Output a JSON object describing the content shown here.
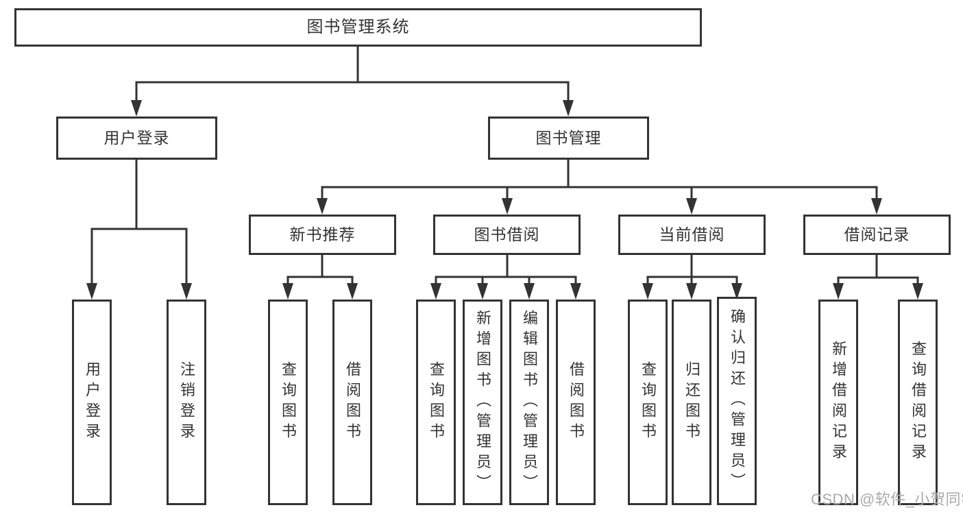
{
  "diagram": {
    "title": "图书管理系统",
    "root": {
      "label": "图书管理系统"
    },
    "level2": [
      {
        "label": "用户登录",
        "children": [
          "用户登录",
          "注销登录"
        ]
      },
      {
        "label": "图书管理"
      }
    ],
    "level3": [
      {
        "label": "新书推荐",
        "children": [
          "查询图书",
          "借阅图书"
        ]
      },
      {
        "label": "图书借阅",
        "children": [
          "查询图书",
          "新增图书（管理员）",
          "编辑图书（管理员）",
          "借阅图书"
        ]
      },
      {
        "label": "当前借阅",
        "children": [
          "查询图书",
          "归还图书",
          "确认归还（管理员）"
        ]
      },
      {
        "label": "借阅记录",
        "children": [
          "新增借阅记录",
          "查询借阅记录"
        ]
      }
    ]
  },
  "watermark": "CSDN @软件_小贺同学",
  "colors": {
    "line": "#333333",
    "text": "#333333",
    "background": "#ffffff",
    "watermark": "#a9a9a9"
  }
}
